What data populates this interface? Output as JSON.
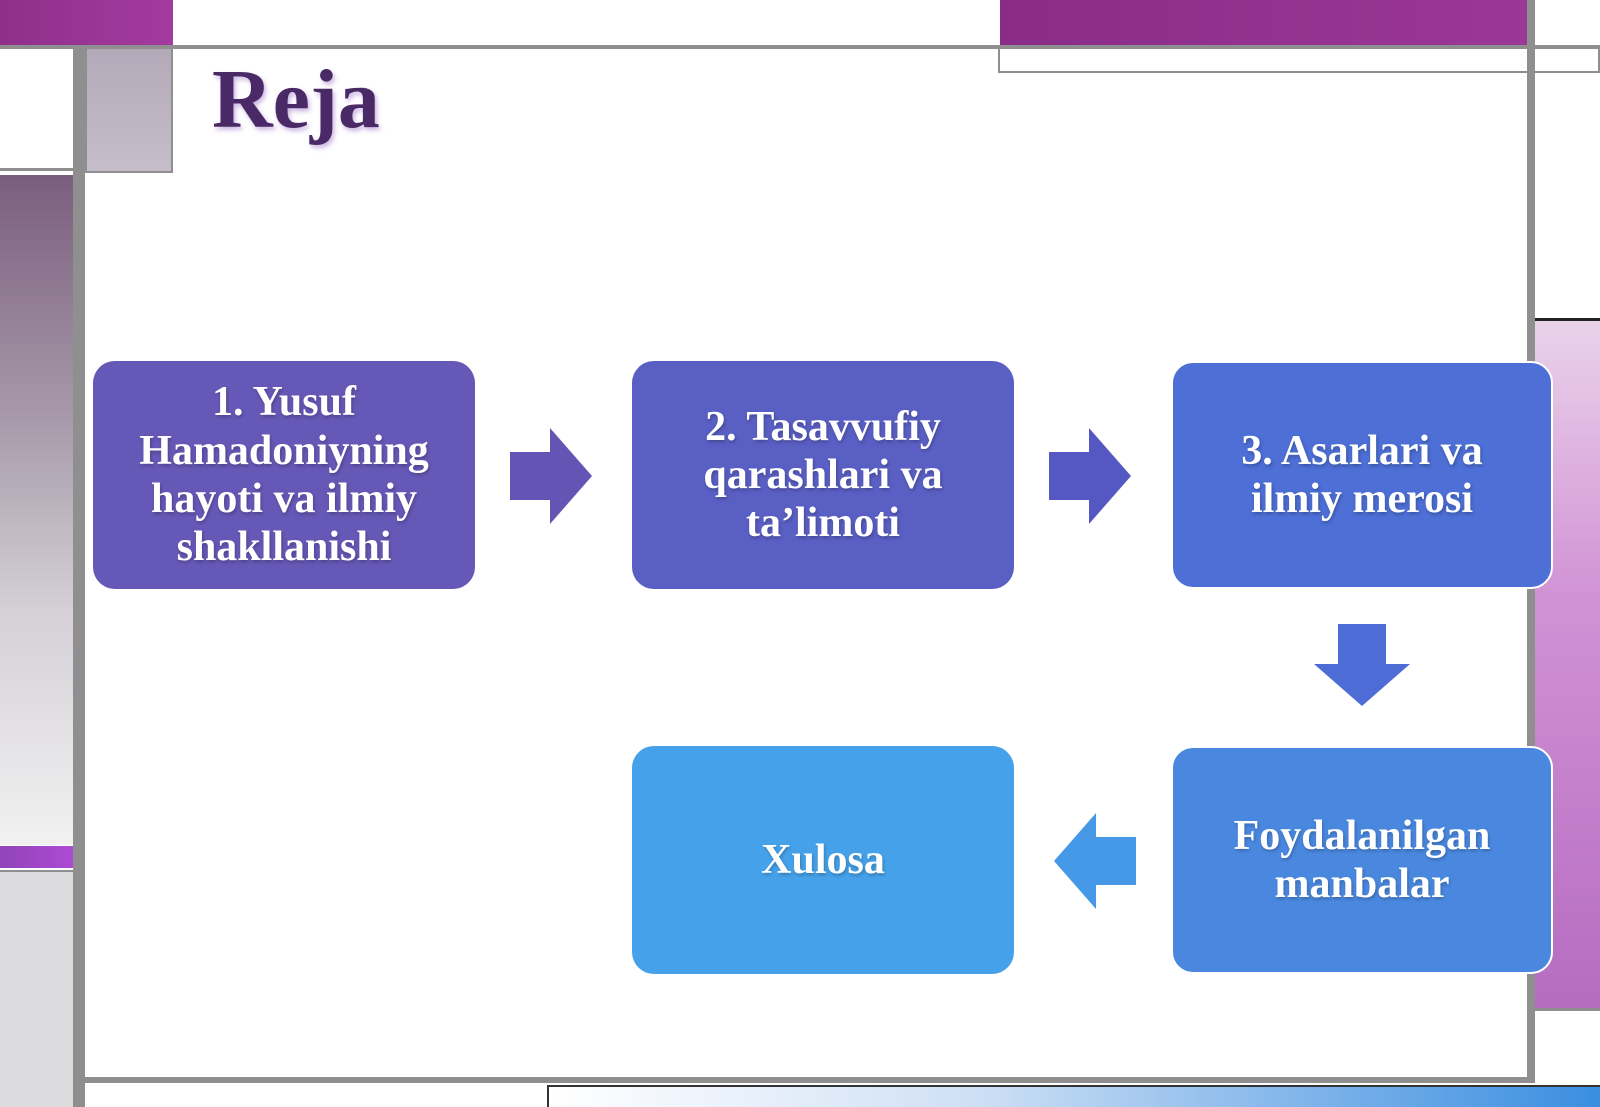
{
  "slide": {
    "title": "Reja"
  },
  "flow": {
    "steps": [
      {
        "label": "1. Yusuf Hamadoniyning hayoti va ilmiy shakllanishi"
      },
      {
        "label": "2. Tasavvufiy qarashlari va ta’limoti"
      },
      {
        "label": "3. Asarlari va ilmiy merosi"
      },
      {
        "label": "Foydalanilgan manbalar"
      },
      {
        "label": "Xulosa"
      }
    ]
  },
  "colors": {
    "title": "#4a2a66",
    "step1": "#6658b6",
    "step2": "#5a5fc4",
    "step3": "#4d6fd6",
    "step4": "#4a88e0",
    "step5": "#45a2ea"
  }
}
